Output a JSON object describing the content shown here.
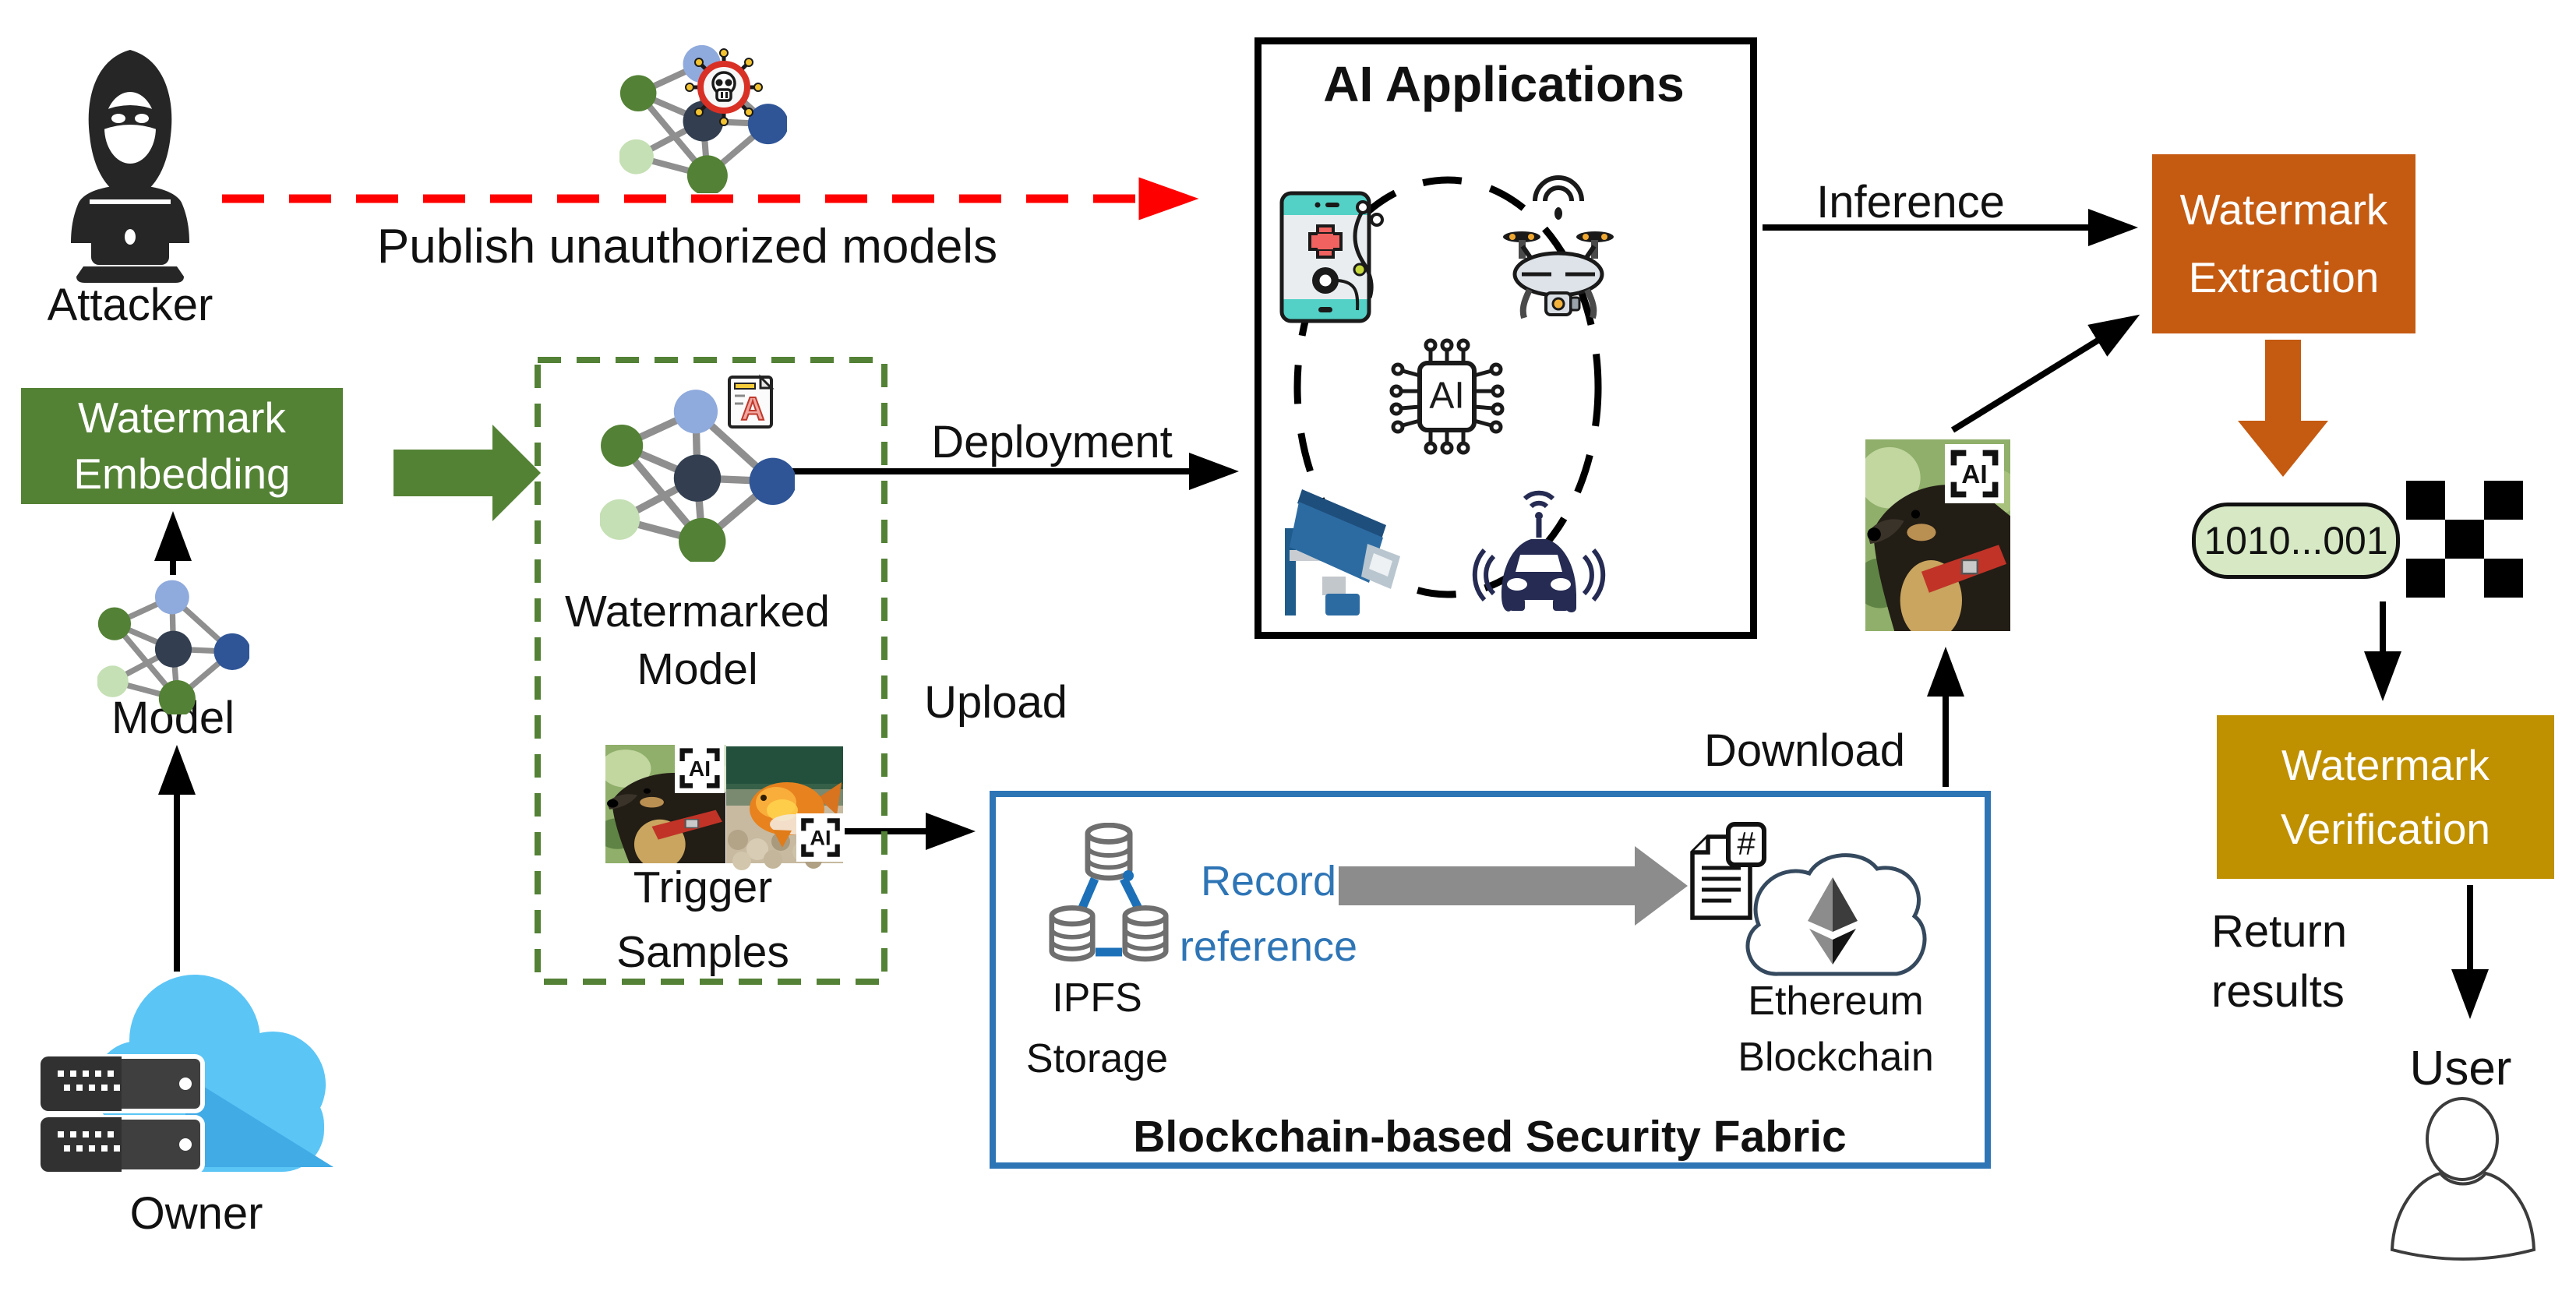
{
  "colors": {
    "green": "#548235",
    "dashed_green": "#538135",
    "orange": "#C55A11",
    "gold": "#BF9000",
    "blockchain_blue": "#2E75B6",
    "record_blue": "#2E75B6",
    "red": "#FF0000",
    "pill_green": "#D6E8C4",
    "gray_arrow": "#8C8C8C",
    "node_lightblue": "#8FAADC",
    "node_green": "#538135",
    "node_navy": "#333F50",
    "node_blue": "#2F5597",
    "node_lightgreen": "#C5E0B4"
  },
  "attacker": {
    "label": "Attacker"
  },
  "publish": {
    "label": "Publish unauthorized models"
  },
  "embedding": {
    "label": "Watermark\nEmbedding"
  },
  "model": {
    "label": "Model"
  },
  "owner": {
    "label": "Owner"
  },
  "watermarked": {
    "label": "Watermarked\nModel"
  },
  "trigger": {
    "label": "Trigger\nSamples"
  },
  "ai_badge": {
    "label": "AI"
  },
  "deployment": {
    "label": "Deployment"
  },
  "upload": {
    "label": "Upload"
  },
  "download": {
    "label": "Download"
  },
  "ai_applications": {
    "title": "AI Applications",
    "chip_label": "AI"
  },
  "inference": {
    "label": "Inference"
  },
  "extraction": {
    "label": "Watermark\nExtraction"
  },
  "binary": {
    "value": "1010...001"
  },
  "verification": {
    "label": "Watermark\nVerification"
  },
  "return_results": {
    "label": "Return\nresults"
  },
  "user": {
    "label": "User"
  },
  "watermark_doc": {
    "label": "A"
  },
  "security_fabric": {
    "title": "Blockchain-based Security Fabric",
    "ipfs": {
      "label": "IPFS\nStorage"
    },
    "record": {
      "label": "Record\nreference"
    },
    "ethereum": {
      "label": "Ethereum\nBlockchain"
    },
    "hash": {
      "label": "#"
    }
  }
}
